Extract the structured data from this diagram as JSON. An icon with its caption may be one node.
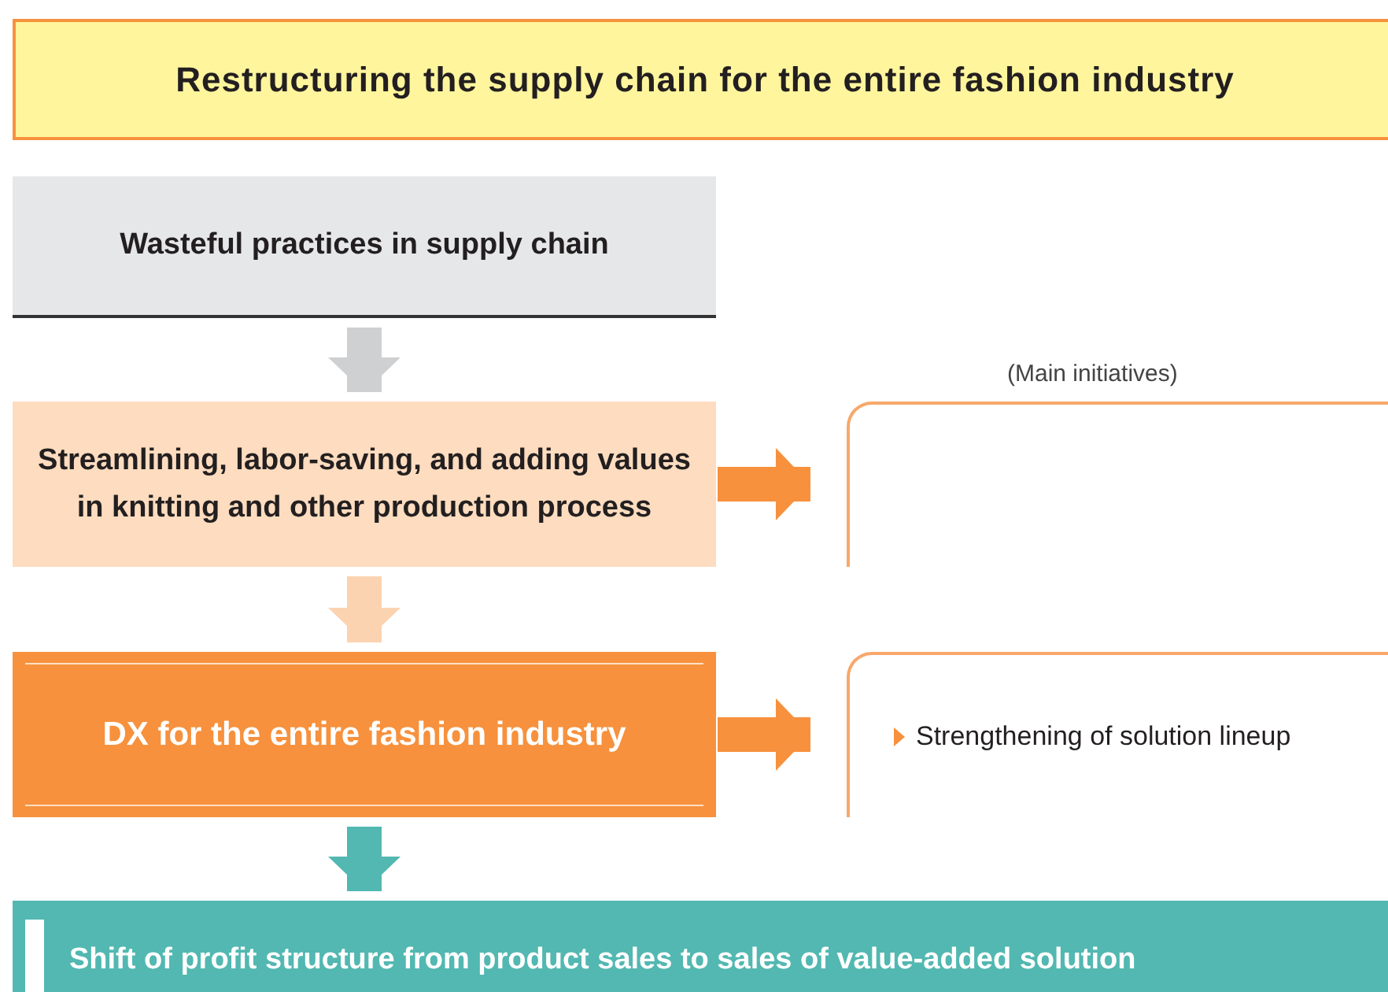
{
  "diagram": {
    "title": "Restructuring the supply chain for the entire fashion industry",
    "nodes": [
      {
        "text": [
          "Wasteful practices in supply chain"
        ]
      },
      {
        "text": [
          "Streamlining, labor-saving, and adding values in knitting and other production process"
        ]
      },
      {
        "text": [
          "DX for the entire fashion industry"
        ]
      },
      {
        "text": [
          "Shift of profit structure from product sales to sales of value-added solution"
        ]
      },
      {
        "text": [],
        "shape": "box",
        "beside": [
          "(Main initiatives)"
        ]
      },
      {
        "text": [
          "Strengthening of solution lineup"
        ]
      }
    ],
    "edges": [
      {
        "from": 0,
        "to": 1,
        "arrow": "to",
        "color": "#cfd0d2"
      },
      {
        "from": 1,
        "to": 2,
        "arrow": "to",
        "color": "#fcd3b0"
      },
      {
        "from": 2,
        "to": 3,
        "arrow": "to",
        "color": "#52b8b1"
      },
      {
        "from": 1,
        "to": 4,
        "arrow": "to"
      },
      {
        "from": 2,
        "to": 5,
        "arrow": "to"
      }
    ]
  }
}
